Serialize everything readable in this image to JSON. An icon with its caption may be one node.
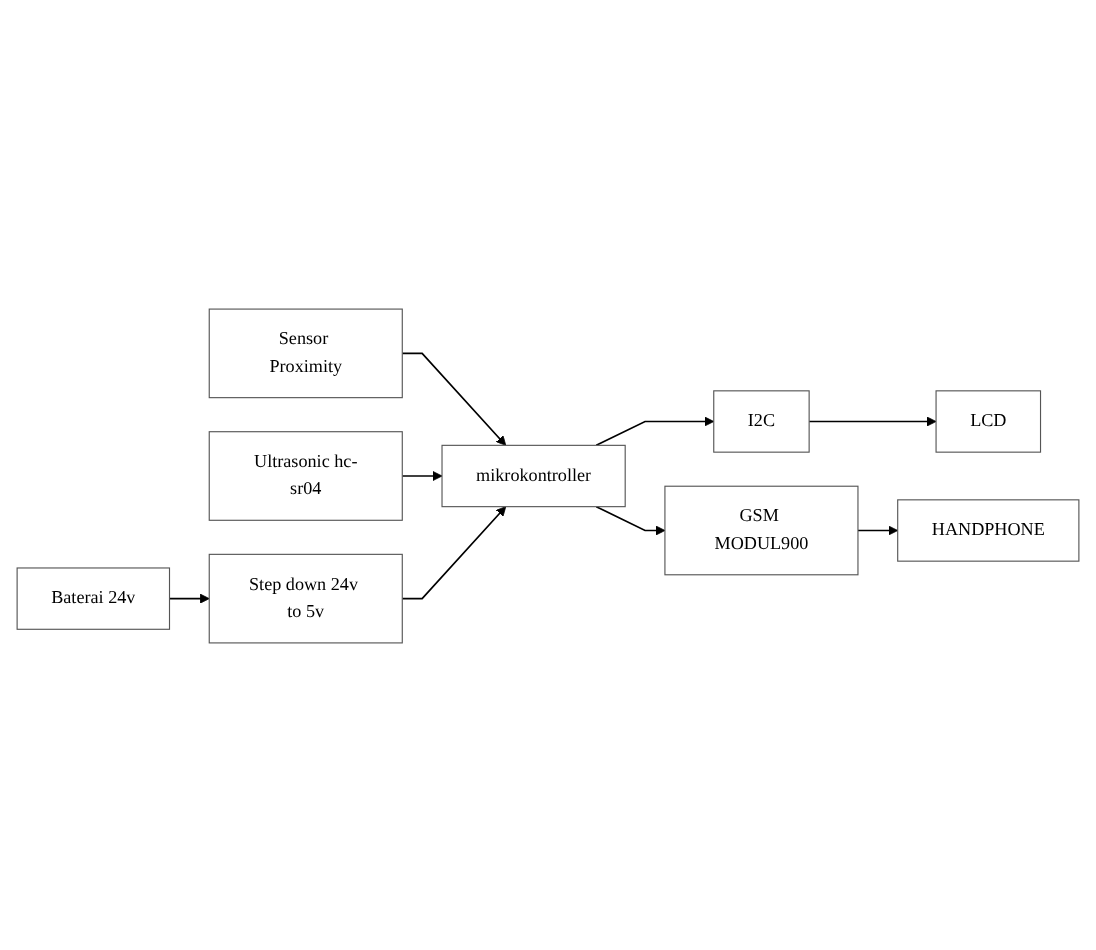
{
  "diagram": {
    "nodes": [
      {
        "text": [
          "Sensor Proximity"
        ]
      },
      {
        "text": [
          "Ultrasonic hc-sr04"
        ]
      },
      {
        "text": [
          "Baterai 24v"
        ]
      },
      {
        "text": [
          "Step down 24v to 5v"
        ]
      },
      {
        "text": [
          "mikrokontroller"
        ]
      },
      {
        "text": [
          "I2C"
        ]
      },
      {
        "text": [
          "LCD"
        ]
      },
      {
        "text": [
          "GSM MODUL900"
        ]
      },
      {
        "text": [
          "HANDPHONE"
        ]
      }
    ],
    "edges": [
      {
        "from": 0,
        "to": 4,
        "arrow": "to"
      },
      {
        "from": 1,
        "to": 4,
        "arrow": "to"
      },
      {
        "from": 2,
        "to": 3,
        "arrow": "to"
      },
      {
        "from": 3,
        "to": 4,
        "arrow": "to"
      },
      {
        "from": 4,
        "to": 5,
        "arrow": "to"
      },
      {
        "from": 5,
        "to": 6,
        "arrow": "to"
      },
      {
        "from": 4,
        "to": 7,
        "arrow": "to"
      },
      {
        "from": 7,
        "to": 8,
        "arrow": "to"
      }
    ]
  }
}
